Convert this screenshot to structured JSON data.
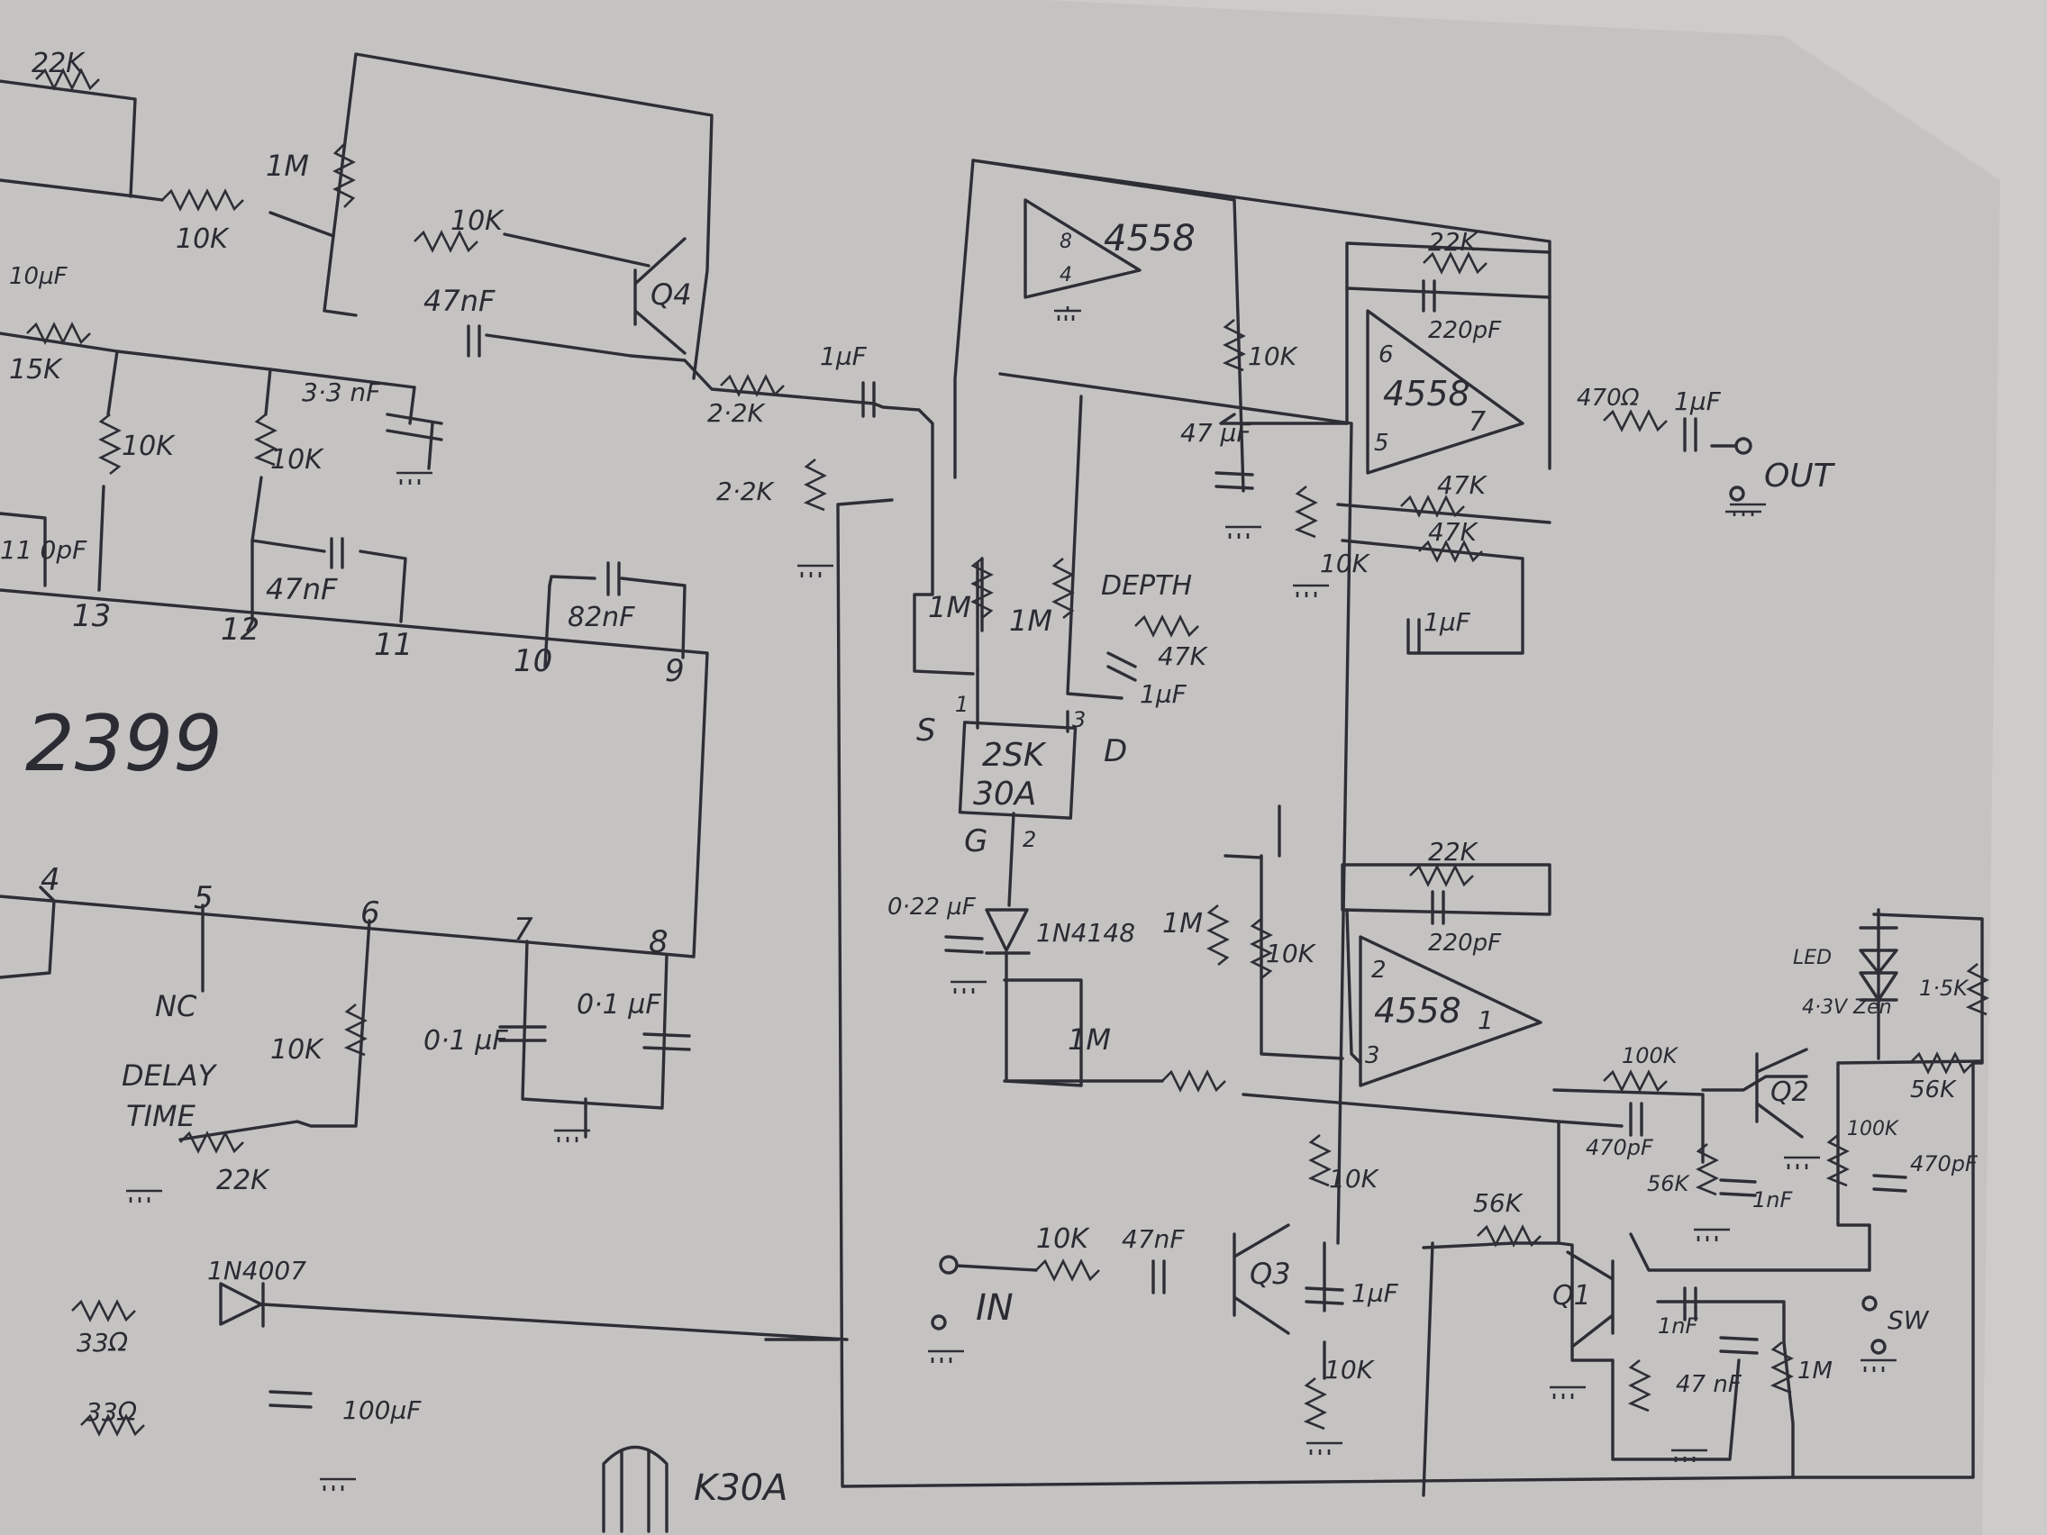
{
  "chips": {
    "pt2399": {
      "label": "2399",
      "pins": [
        "13",
        "12",
        "11",
        "10",
        "9",
        "4",
        "5",
        "6",
        "7",
        "8"
      ]
    },
    "opamp_top": {
      "label": "4558",
      "pins": [
        "8",
        "4"
      ]
    },
    "opamp_out": {
      "label": "4558",
      "pins": [
        "6",
        "5",
        "7"
      ]
    },
    "opamp_mid": {
      "label": "4558",
      "pins": [
        "2",
        "3",
        "1"
      ]
    },
    "jfet": {
      "line1": "2SK",
      "line2": "30A",
      "pins": [
        "1",
        "3",
        "2"
      ],
      "pin_names": [
        "S",
        "D",
        "G"
      ]
    }
  },
  "transistors": [
    "Q4",
    "Q3",
    "Q2",
    "Q1"
  ],
  "resistors": [
    "22K",
    "1M",
    "10K",
    "10K",
    "15K",
    "10K",
    "10K",
    "2·2K",
    "2·2K",
    "22K",
    "47K",
    "47K",
    "10K",
    "10K",
    "1M",
    "1M",
    "1M",
    "10K",
    "1M",
    "22K",
    "10K",
    "10K",
    "10K",
    "56K",
    "100K",
    "56K",
    "56K",
    "100K",
    "1·5K",
    "1M",
    "33Ω",
    "33Ω",
    "22K",
    "470Ω"
  ],
  "capacitors": [
    "10µF",
    "47nF",
    "3·3 nF",
    "47nF",
    "82nF",
    "1µF",
    "220pF",
    "47 µF",
    "1µF",
    "1µF",
    "0·22 µF",
    "220pF",
    "47nF",
    "1µF",
    "470pF",
    "1nF",
    "470pF",
    "1nF",
    "47 nF",
    "0·1 µF",
    "0·1 µF",
    "100µF",
    "1µF",
    "11 0pF"
  ],
  "diodes": [
    "1N4148",
    "1N4007",
    "4·3V Zen",
    "LED"
  ],
  "labels": {
    "depth": "DEPTH",
    "depth_pot": "47K",
    "delay_line1": "DELAY",
    "delay_line2": "TIME",
    "delay_pot": "22K",
    "nc": "NC",
    "input": "IN",
    "output": "OUT",
    "switch": "SW",
    "jfet_part": "K30A"
  }
}
